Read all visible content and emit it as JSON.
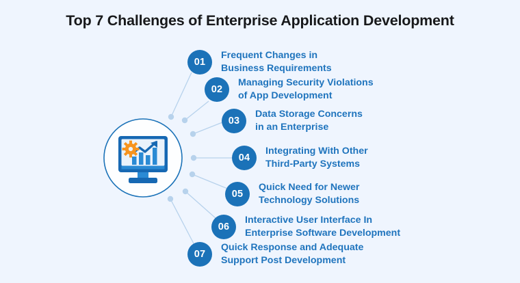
{
  "theme": {
    "background": "#eff5fe",
    "accent_blue": "#1b72b8",
    "text_blue": "#1f74bd",
    "title_color": "#18191b",
    "connector_color": "#b7d2ec",
    "gear_orange": "#f7941e",
    "screen_fill": "#eaf2fb",
    "monitor_dark": "#1668b3",
    "monitor_mid": "#2a8ad4"
  },
  "header": {
    "title": "Top 7 Challenges of Enterprise Application Development"
  },
  "center": {
    "icon_name": "monitor-analytics-gear-icon",
    "description": "desktop monitor showing bar chart with rising trend arrow and gear"
  },
  "items": [
    {
      "number": "01",
      "line1": "Frequent Changes in",
      "line2": "Business Requirements"
    },
    {
      "number": "02",
      "line1": "Managing Security Violations",
      "line2": "of App Development"
    },
    {
      "number": "03",
      "line1": "Data Storage Concerns",
      "line2": "in an Enterprise"
    },
    {
      "number": "04",
      "line1": "Integrating With Other",
      "line2": "Third-Party Systems"
    },
    {
      "number": "05",
      "line1": "Quick Need for Newer",
      "line2": "Technology Solutions"
    },
    {
      "number": "06",
      "line1": "Interactive User Interface In",
      "line2": "Enterprise Software Development"
    },
    {
      "number": "07",
      "line1": "Quick Response and Adequate",
      "line2": "Support Post Development"
    }
  ]
}
